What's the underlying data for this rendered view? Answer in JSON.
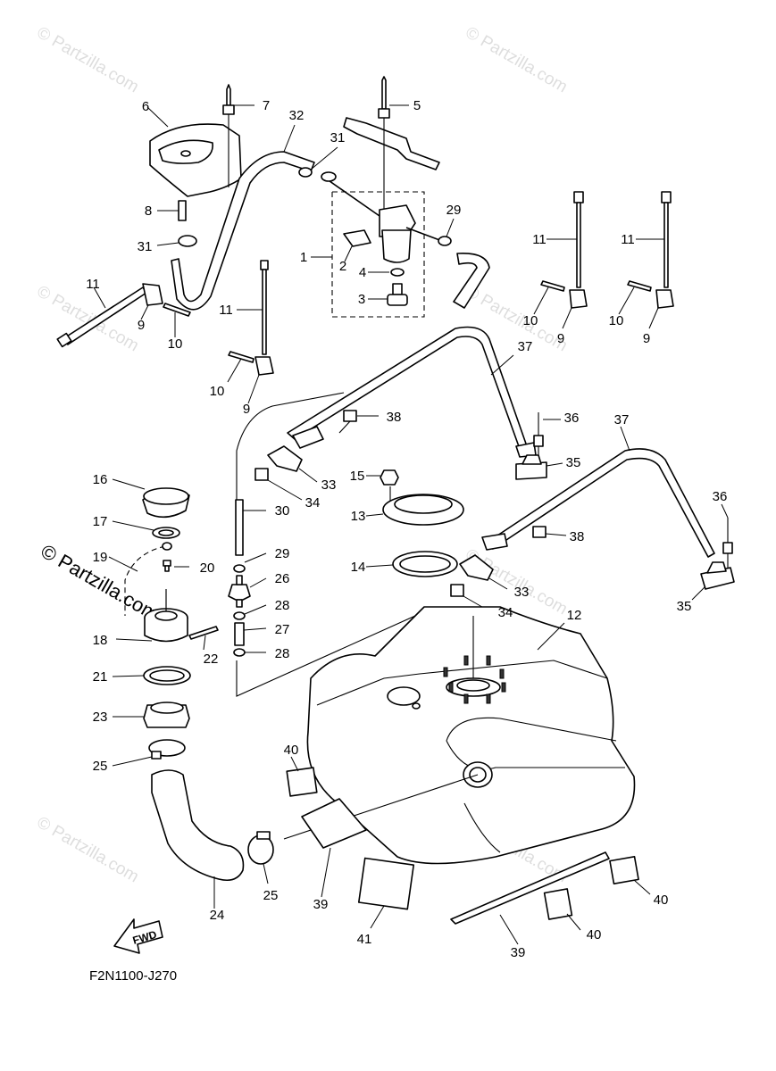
{
  "diagram_code": "F2N1100-J270",
  "fwd_label": "FWD",
  "watermark": "© Partzilla.com",
  "labels": [
    {
      "id": "1",
      "text": "1"
    },
    {
      "id": "2",
      "text": "2"
    },
    {
      "id": "3",
      "text": "3"
    },
    {
      "id": "4",
      "text": "4"
    },
    {
      "id": "5",
      "text": "5"
    },
    {
      "id": "6",
      "text": "6"
    },
    {
      "id": "7",
      "text": "7"
    },
    {
      "id": "8",
      "text": "8"
    },
    {
      "id": "9a",
      "text": "9"
    },
    {
      "id": "9b",
      "text": "9"
    },
    {
      "id": "9c",
      "text": "9"
    },
    {
      "id": "9d",
      "text": "9"
    },
    {
      "id": "10a",
      "text": "10"
    },
    {
      "id": "10b",
      "text": "10"
    },
    {
      "id": "10c",
      "text": "10"
    },
    {
      "id": "10d",
      "text": "10"
    },
    {
      "id": "11a",
      "text": "11"
    },
    {
      "id": "11b",
      "text": "11"
    },
    {
      "id": "11c",
      "text": "11"
    },
    {
      "id": "11d",
      "text": "11"
    },
    {
      "id": "12",
      "text": "12"
    },
    {
      "id": "13",
      "text": "13"
    },
    {
      "id": "14",
      "text": "14"
    },
    {
      "id": "15",
      "text": "15"
    },
    {
      "id": "16",
      "text": "16"
    },
    {
      "id": "17",
      "text": "17"
    },
    {
      "id": "18",
      "text": "18"
    },
    {
      "id": "19",
      "text": "19"
    },
    {
      "id": "20",
      "text": "20"
    },
    {
      "id": "21",
      "text": "21"
    },
    {
      "id": "22",
      "text": "22"
    },
    {
      "id": "23",
      "text": "23"
    },
    {
      "id": "24",
      "text": "24"
    },
    {
      "id": "25a",
      "text": "25"
    },
    {
      "id": "25b",
      "text": "25"
    },
    {
      "id": "26",
      "text": "26"
    },
    {
      "id": "27",
      "text": "27"
    },
    {
      "id": "28a",
      "text": "28"
    },
    {
      "id": "28b",
      "text": "28"
    },
    {
      "id": "29a",
      "text": "29"
    },
    {
      "id": "29b",
      "text": "29"
    },
    {
      "id": "30",
      "text": "30"
    },
    {
      "id": "31a",
      "text": "31"
    },
    {
      "id": "31b",
      "text": "31"
    },
    {
      "id": "32",
      "text": "32"
    },
    {
      "id": "33a",
      "text": "33"
    },
    {
      "id": "33b",
      "text": "33"
    },
    {
      "id": "34a",
      "text": "34"
    },
    {
      "id": "34b",
      "text": "34"
    },
    {
      "id": "35a",
      "text": "35"
    },
    {
      "id": "35b",
      "text": "35"
    },
    {
      "id": "36a",
      "text": "36"
    },
    {
      "id": "36b",
      "text": "36"
    },
    {
      "id": "37a",
      "text": "37"
    },
    {
      "id": "37b",
      "text": "37"
    },
    {
      "id": "38a",
      "text": "38"
    },
    {
      "id": "38b",
      "text": "38"
    },
    {
      "id": "39a",
      "text": "39"
    },
    {
      "id": "39b",
      "text": "39"
    },
    {
      "id": "40a",
      "text": "40"
    },
    {
      "id": "40b",
      "text": "40"
    },
    {
      "id": "40c",
      "text": "40"
    },
    {
      "id": "41",
      "text": "41"
    }
  ]
}
